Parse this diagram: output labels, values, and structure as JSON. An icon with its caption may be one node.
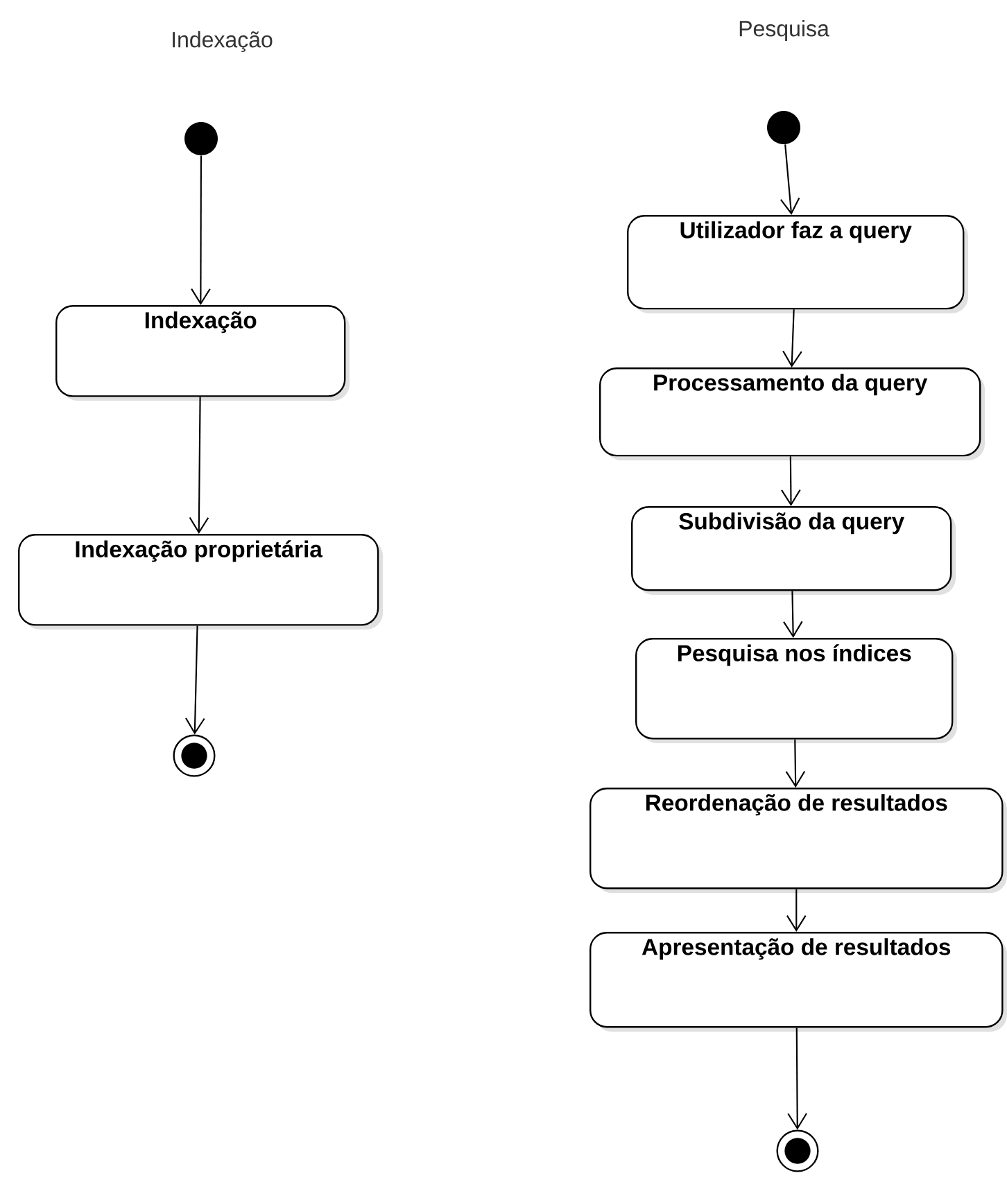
{
  "diagram": {
    "nodes": [
      {
        "text": [],
        "shape": "circle"
      },
      {
        "text": [
          "Indexação"
        ]
      },
      {
        "text": [
          "Indexação proprietária"
        ]
      },
      {
        "text": [],
        "shape": "circle"
      },
      {
        "text": [],
        "shape": "circle"
      },
      {
        "text": [
          "Utilizador faz a query"
        ]
      },
      {
        "text": [
          "Processamento da query"
        ]
      },
      {
        "text": [
          "Subdivisão da query"
        ]
      },
      {
        "text": [
          "Pesquisa nos índices"
        ]
      },
      {
        "text": [
          "Reordenação de resultados"
        ]
      },
      {
        "text": [
          "Apresentação de resultados"
        ]
      },
      {
        "text": [],
        "shape": "circle"
      }
    ],
    "edges": [
      {
        "from": 0,
        "to": 1,
        "arrow": "to"
      },
      {
        "from": 1,
        "to": 2,
        "arrow": "to"
      },
      {
        "from": 2,
        "to": 3,
        "arrow": "to"
      },
      {
        "from": 4,
        "to": 5,
        "arrow": "to"
      },
      {
        "from": 5,
        "to": 6,
        "arrow": "to"
      },
      {
        "from": 6,
        "to": 7,
        "arrow": "to"
      },
      {
        "from": 7,
        "to": 8,
        "arrow": "to"
      },
      {
        "from": 8,
        "to": 9,
        "arrow": "to"
      },
      {
        "from": 9,
        "to": 10,
        "arrow": "to"
      },
      {
        "from": 10,
        "to": 11,
        "arrow": "to"
      }
    ],
    "labels": [
      "Indexação",
      "Pesquisa"
    ]
  }
}
